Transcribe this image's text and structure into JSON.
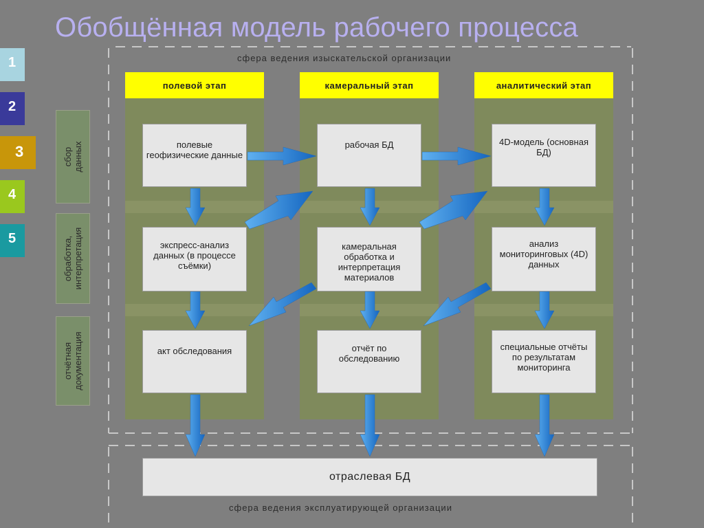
{
  "title": "Обобщённая модель рабочего процесса",
  "slide_tabs": [
    {
      "label": "1",
      "color": "#a8d4e0"
    },
    {
      "label": "2",
      "color": "#3a3a9a"
    },
    {
      "label": "3",
      "color": "#c8960a",
      "active": true
    },
    {
      "label": "4",
      "color": "#9ac81e"
    },
    {
      "label": "5",
      "color": "#1a9aa0"
    }
  ],
  "sphere_top": "сфера ведения изыскательской организации",
  "sphere_bottom": "сфера ведения эксплуатирующей организации",
  "rows": {
    "collection": "сбор данных",
    "processing_line1": "обработка,",
    "processing_line2": "интерпретация",
    "reporting_line1": "отчётная",
    "reporting_line2": "документация",
    "collection_line1": "сбор",
    "collection_line2": "данных"
  },
  "stages": {
    "field": "полевой этап",
    "office": "камеральный этап",
    "analytic": "аналитический этап"
  },
  "boxes": {
    "field_data": "полевые геофизические данные",
    "express": "экспресс-анализ данных (в процессе съёмки)",
    "act": "акт обследования",
    "work_db": "рабочая БД",
    "office_proc": "камеральная обработка и интерпретация материалов",
    "report": "отчёт по обследованию",
    "model4d": "4D-модель (основная БД)",
    "monitoring": "анализ мониторинговых (4D) данных",
    "special": "специальные отчёты по результатам мониторинга"
  },
  "industry_db": "отраслевая БД",
  "colors": {
    "background": "#7f7f7f",
    "stage_header": "#ffff00",
    "column": "#7f8a5c",
    "arrow": "#1e82dc",
    "box": "#e6e6e6",
    "title": "#b8b0f0"
  }
}
